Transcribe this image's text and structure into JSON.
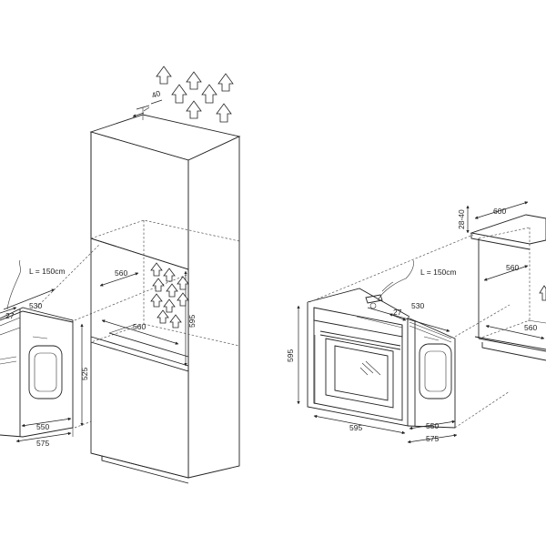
{
  "labels": {
    "vent_gap": "40",
    "cable_length": "L = 150cm",
    "depth_530": "530",
    "offset_27": "27",
    "height_525": "525",
    "width_550": "550",
    "width_575": "575",
    "cavity_560_depth": "560",
    "cavity_560_width": "560",
    "cavity_595_height": "595",
    "front_595_height": "595",
    "front_595_width": "595",
    "undercounter_600": "600",
    "undercounter_gap": "28-40",
    "undercounter_560_depth": "560",
    "undercounter_560_width": "560"
  }
}
